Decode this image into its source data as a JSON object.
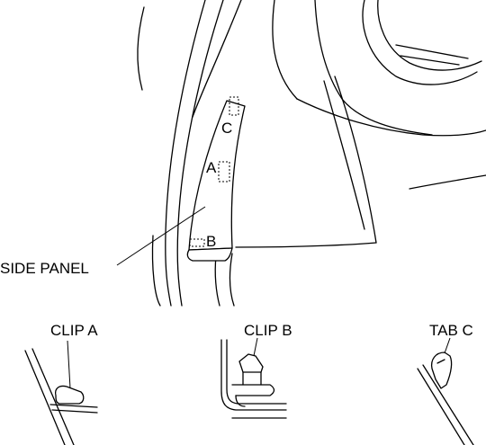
{
  "labels": {
    "side_panel": "SIDE PANEL",
    "marker_a": "A",
    "marker_b": "B",
    "marker_c": "C",
    "clip_a": "CLIP A",
    "clip_b": "CLIP B",
    "tab_c": "TAB C"
  }
}
